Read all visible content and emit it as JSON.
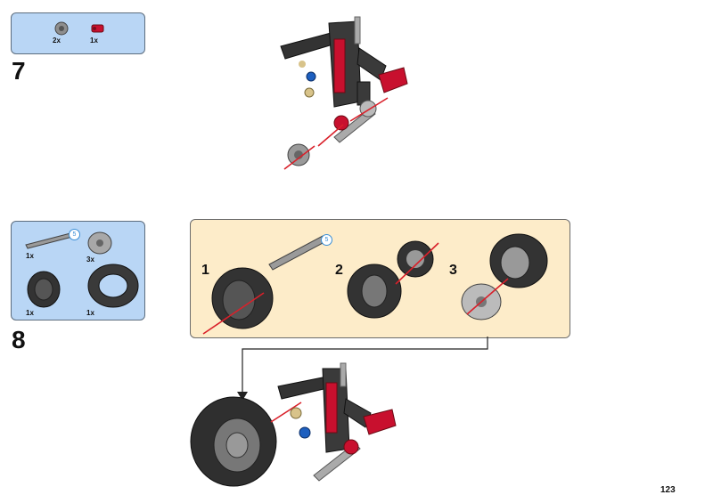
{
  "step7": {
    "number": "7",
    "parts": [
      {
        "name": "bush",
        "qty": "2x"
      },
      {
        "name": "red connector",
        "qty": "1x"
      }
    ]
  },
  "step8": {
    "number": "8",
    "parts": [
      {
        "name": "axle",
        "qty": "1x",
        "length_badge": "5"
      },
      {
        "name": "hub",
        "qty": "3x"
      },
      {
        "name": "rim",
        "qty": "1x"
      },
      {
        "name": "tire",
        "qty": "1x"
      }
    ],
    "subassembly": {
      "axle_length_badge": "5",
      "substeps": [
        "1",
        "2",
        "3"
      ]
    }
  },
  "page_number": "123",
  "colors": {
    "parts_box": "#b9d6f5",
    "callout": "#fdecc9",
    "arrow": "#d9202a",
    "part_dark": "#3a3a3a",
    "part_grey": "#9a9a9a",
    "part_red": "#c8102e",
    "part_blue": "#1d5fbf",
    "part_tan": "#d8c38a"
  }
}
